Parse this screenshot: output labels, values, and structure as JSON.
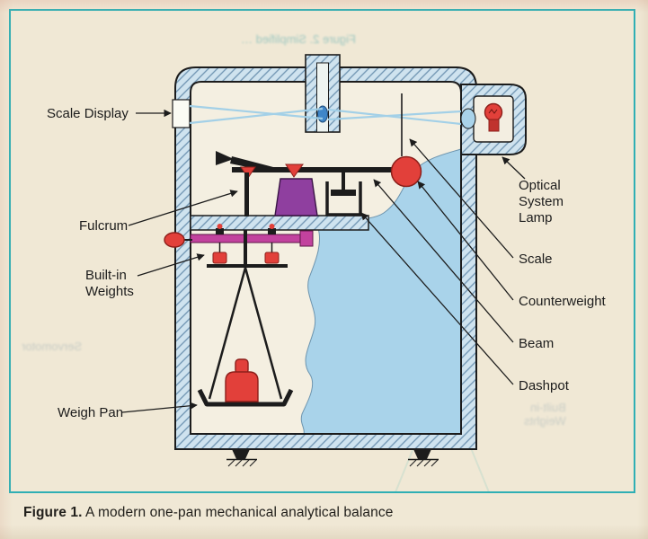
{
  "figure": {
    "caption_label": "Figure 1.",
    "caption_text": " A modern one-pan mechanical analytical balance"
  },
  "labels": {
    "scale_display": "Scale Display",
    "fulcrum": "Fulcrum",
    "builtin_weights": [
      "Built-in",
      "Weights"
    ],
    "weigh_pan": "Weigh Pan",
    "optical_system_lamp": [
      "Optical",
      "System",
      "Lamp"
    ],
    "scale": "Scale",
    "counterweight": "Counterweight",
    "beam": "Beam",
    "dashpot": "Dashpot"
  },
  "ghost_text": {
    "top": "Figure 2. Simplified …",
    "left": "Servomotor",
    "right": [
      "Built-in",
      "Weights"
    ]
  },
  "colors": {
    "paper": "#f0e8d5",
    "frame_teal": "#2fafb4",
    "wall_fill": "#cfe3ef",
    "hatch_line": "#6e93b1",
    "interior_blue": "#a9d3ea",
    "red": "#e2403a",
    "magenta": "#c2429e",
    "purple": "#8f3f9f",
    "ink": "#1c1c1c"
  }
}
